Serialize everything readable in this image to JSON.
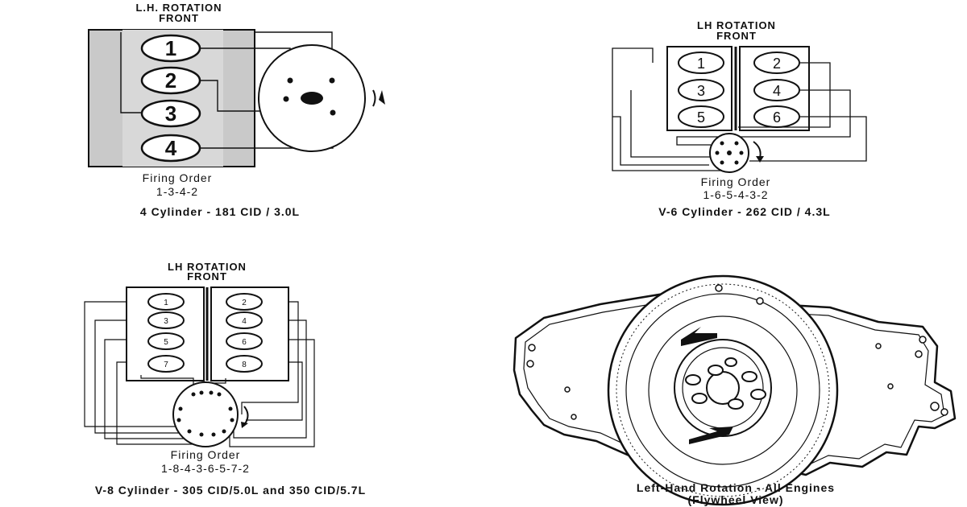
{
  "diagrams": {
    "four_cyl": {
      "header1": "L.H. ROTATION",
      "header2": "FRONT",
      "cylinders": [
        "1",
        "2",
        "3",
        "4"
      ],
      "firing_label": "Firing Order",
      "firing_order": "1-3-4-2",
      "caption": "4 Cylinder - 181 CID / 3.0L"
    },
    "v6": {
      "header1": "LH ROTATION",
      "header2": "FRONT",
      "cylinders": [
        "1",
        "2",
        "3",
        "4",
        "5",
        "6"
      ],
      "firing_label": "Firing Order",
      "firing_order": "1-6-5-4-3-2",
      "caption": "V-6 Cylinder - 262 CID / 4.3L"
    },
    "v8": {
      "header1": "LH ROTATION",
      "header2": "FRONT",
      "cylinders": [
        "1",
        "2",
        "3",
        "4",
        "5",
        "6",
        "7",
        "8"
      ],
      "firing_label": "Firing Order",
      "firing_order": "1-8-4-3-6-5-7-2",
      "caption": "V-8 Cylinder - 305 CID/5.0L and 350 CID/5.7L"
    },
    "flywheel": {
      "caption1": "Left-Hand Rotation - All Engines",
      "caption2": "(Flywheel View)"
    }
  }
}
